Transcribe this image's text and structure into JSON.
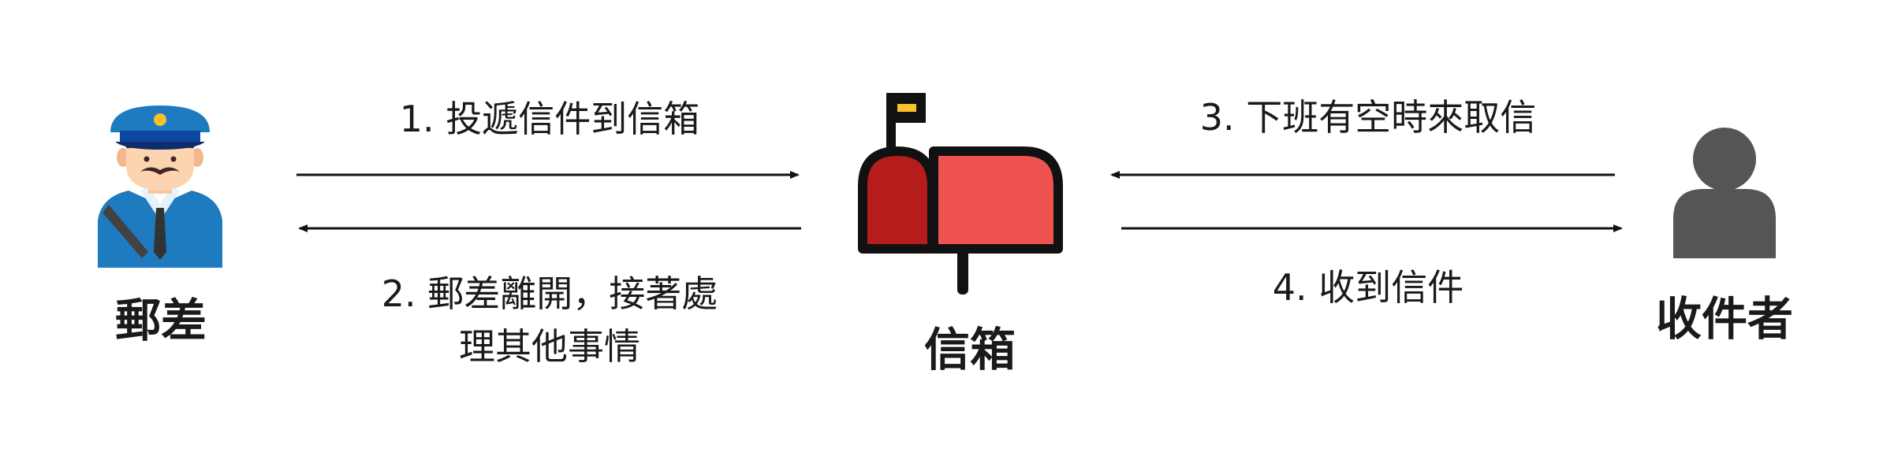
{
  "nodes": {
    "postman": {
      "label": "郵差",
      "icon": "postman-icon"
    },
    "mailbox": {
      "label": "信箱",
      "icon": "mailbox-icon"
    },
    "recipient": {
      "label": "收件者",
      "icon": "user-icon"
    }
  },
  "edges": {
    "deliver": {
      "label": "1. 投遞信件到信箱",
      "direction": "postman-to-mailbox"
    },
    "leave": {
      "line1": "2. 郵差離開，接著處",
      "line2": "理其他事情",
      "direction": "mailbox-to-postman"
    },
    "pickup": {
      "label": "3. 下班有空時來取信",
      "direction": "recipient-to-mailbox"
    },
    "receive": {
      "label": "4. 收到信件",
      "direction": "mailbox-to-recipient"
    }
  },
  "colors": {
    "mailbox_red": "#ef5350",
    "mailbox_dark_red": "#b71c1c",
    "flag_yellow": "#fbc02d",
    "uniform_blue": "#1e7bbf",
    "user_gray": "#555555",
    "outline": "#111111"
  }
}
